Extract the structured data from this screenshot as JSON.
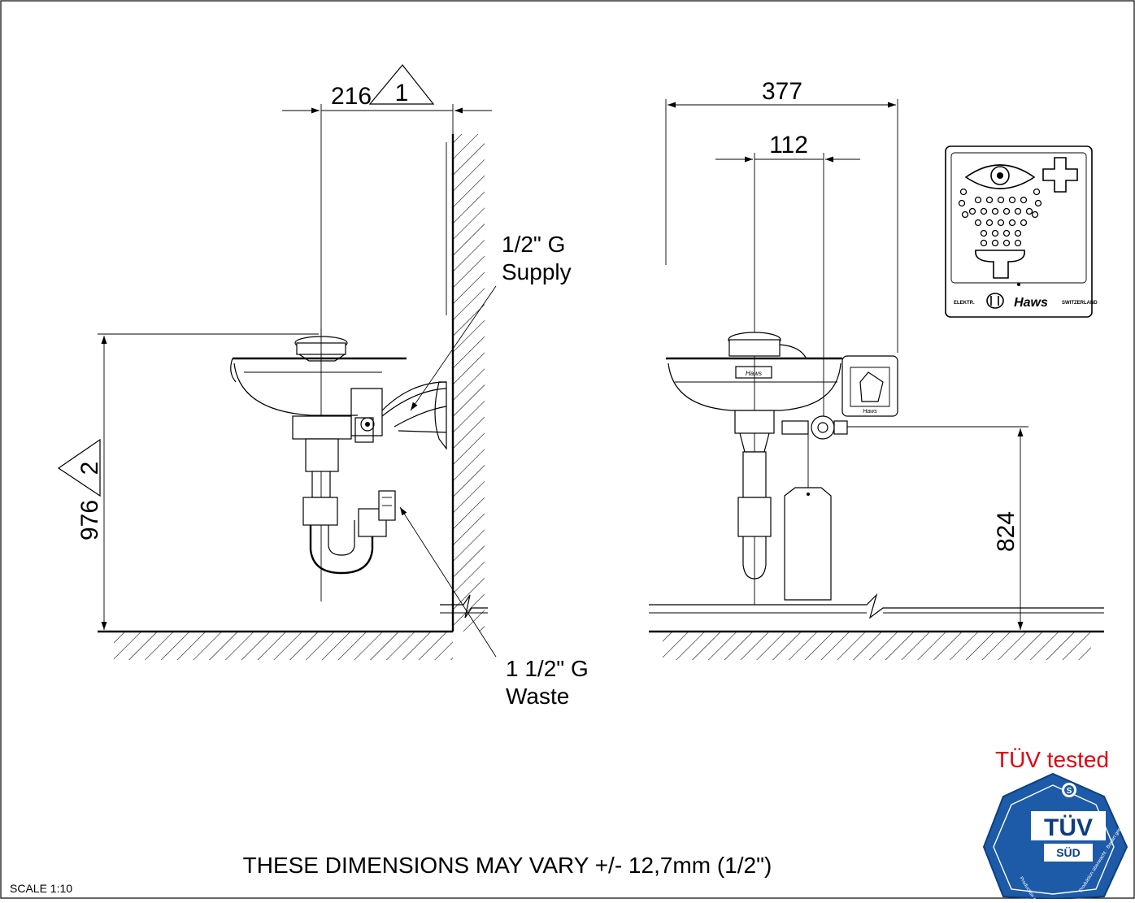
{
  "dimensions": {
    "side_projection": "216",
    "side_projection_rev": "1",
    "side_height": "976",
    "side_height_rev": "2",
    "front_width": "377",
    "front_center": "112",
    "front_height": "824"
  },
  "labels": {
    "supply_line1": "1/2\" G",
    "supply_line2": "Supply",
    "waste_line1": "1 1/2\" G",
    "waste_line2": "Waste"
  },
  "notes": {
    "tolerance": "THESE DIMENSIONS MAY VARY +/- 12,7mm (1/2\")",
    "scale": "SCALE 1:10"
  },
  "certification": {
    "caption": "TÜV tested",
    "badge_main": "TÜV",
    "badge_sub": "SÜD",
    "badge_ring_left": "Production monitored · Type tested",
    "badge_ring_right": "Produktion überwacht · Bauart geprüft"
  },
  "sign": {
    "brand": "Haws",
    "left_text": "ELEKTR.",
    "right_text": "SWITZERLAND"
  },
  "colors": {
    "caption_red": "#e3000f",
    "badge_blue": "#1d5aa8",
    "badge_dark": "#0d3f80"
  }
}
